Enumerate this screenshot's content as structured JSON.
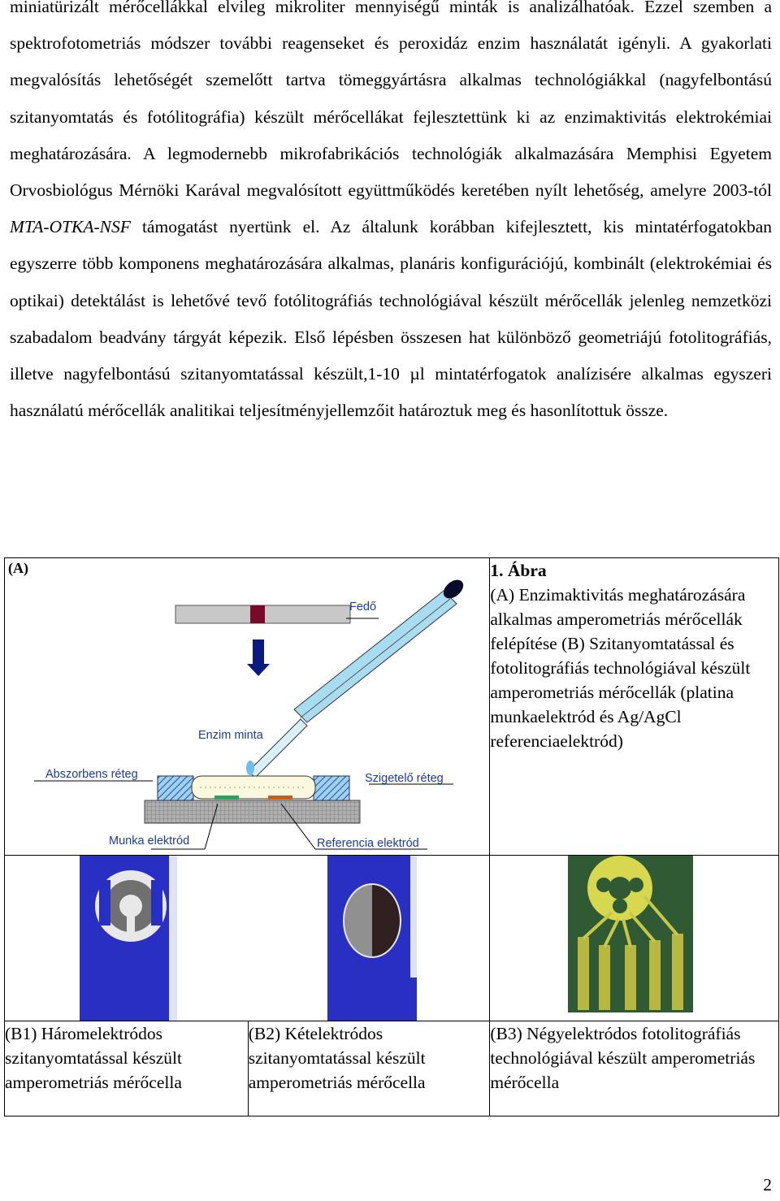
{
  "paragraph": {
    "text_1": "miniatürizált mérőcellákkal elvileg mikroliter mennyiségű minták is analizálhatóak. Ezzel szemben a spektrofotometriás módszer további reagenseket és peroxidáz enzim használatát igényli. A gyakorlati megvalósítás lehetőségét szemelőtt tartva tömeggyártásra alkalmas technológiákkal (nagyfelbontású szitanyomtatás és fotólitográfia) készült mérőcellákat fejlesztettünk ki az enzimaktivitás elektrokémiai meghatározására. A legmodernebb mikrofabrikációs technológiák alkalmazására Memphisi Egyetem Orvosbiológus Mérnöki Karával megvalósított együttműködés keretében nyílt lehetőség, amelyre 2003-tól ",
    "italic": "MTA-OTKA-NSF",
    "text_2": " támogatást nyertünk el. Az általunk korábban kifejlesztett, kis mintatérfogatokban egyszerre több komponens meghatározására alkalmas, planáris konfigurációjú, kombinált (elektrokémiai és optikai) detektálást is lehetővé tevő fotólitográfiás technológiával készült mérőcellák jelenleg nemzetközi szabadalom beadvány tárgyát képezik. Első lépésben összesen hat különböző geometriájú fotolitográfiás, illetve nagyfelbontású szitanyomtatással készült,1-10 µl mintatérfogatok analízisére alkalmas egyszeri használatú mérőcellák analitikai teljesítményjellemzőit határoztuk meg és hasonlítottuk össze."
  },
  "figure": {
    "panel_a_label": "(A)",
    "labels": {
      "fedo": "Fedő",
      "enzim_minta": "Enzim minta",
      "abszorbens": "Abszorbens réteg",
      "szigetelo": "Szigetelő réteg",
      "munka": "Munka elektród",
      "referencia": "Referencia elektród"
    },
    "caption_title": "1. Ábra",
    "caption_body": "(A) Enzimaktivitás meghatározására alkalmas amperometriás mérőcellák felépítése (B) Szitanyomtatással és fotolitográfiás technológiával készült amperometriás mérőcellák (platina munkaelektród és Ag/AgCl referenciaelektród)",
    "b1": "(B1) Háromelektródos szitanyomtatással készült amperometriás mérőcella",
    "b2": "(B2) Kételektródos szitanyomtatással készült amperometriás mérőcella",
    "b3": "(B3) Négyelektródos fotolitográfiás technológiával készült amperometriás mérőcella"
  },
  "colors": {
    "blue_substrate": "#2a2fc4",
    "electrode_yellow": "#d8d850",
    "pcb_green": "#3a6a3a"
  },
  "page_number": "2"
}
